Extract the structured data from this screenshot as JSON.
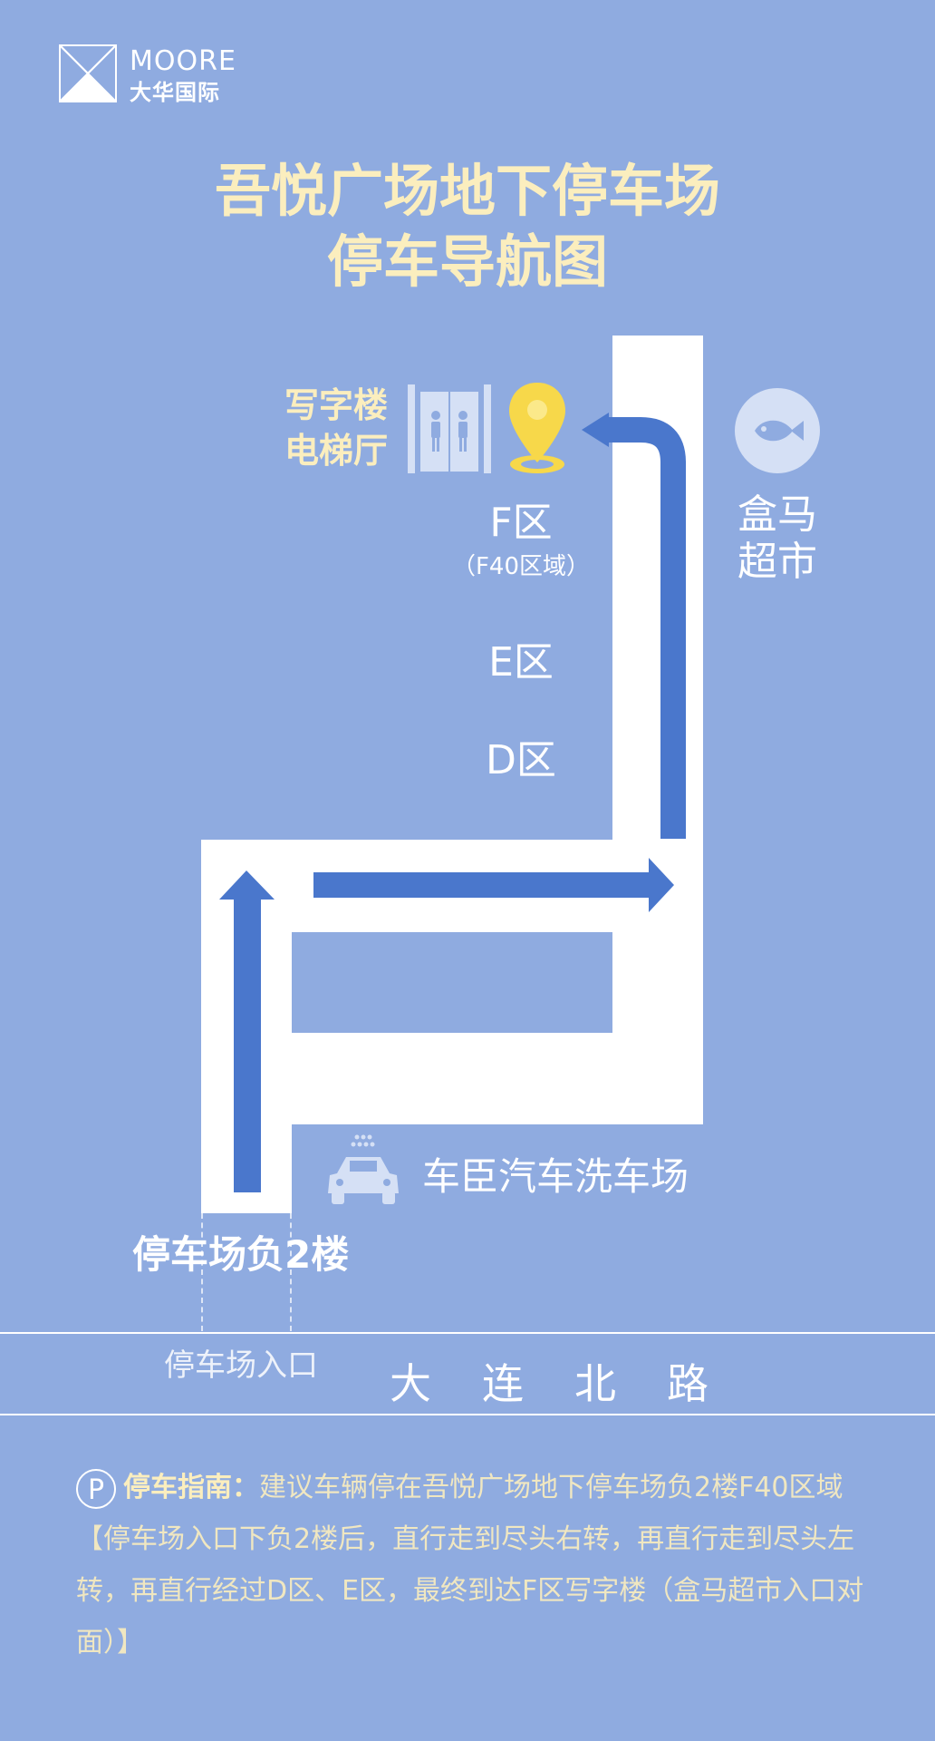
{
  "logo": {
    "name_en": "MOORE",
    "name_cn": "大华国际"
  },
  "title": {
    "line1": "吾悦广场地下停车场",
    "line2": "停车导航图"
  },
  "zones": {
    "f": "F区",
    "f_sub": "（F40区域）",
    "e": "E区",
    "d": "D区"
  },
  "landmarks": {
    "office": "写字楼\n电梯厅",
    "office_line1": "写字楼",
    "office_line2": "电梯厅",
    "hema_line1": "盒马",
    "hema_line2": "超市",
    "carwash": "车臣汽车洗车场",
    "floor": "停车场负2楼",
    "entrance": "停车场入口",
    "road": "大连北路"
  },
  "guide": {
    "icon_letter": "P",
    "title": "停车指南：",
    "body": "建议车辆停在吾悦广场地下停车场负2楼F40区域【停车场入口下负2楼后，直行走到尽头右转，再直行走到尽头左转，再直行经过D区、E区，最终到达F区写字楼（盒马超市入口对面）】"
  },
  "colors": {
    "background": "#8fabe0",
    "arrow": "#4a77cc",
    "title": "#fbeebe",
    "pin": "#f7d84a"
  },
  "icons": [
    "logo-mark-icon",
    "elevator-icon",
    "location-pin-icon",
    "fish-icon",
    "car-wash-icon",
    "parking-icon"
  ]
}
